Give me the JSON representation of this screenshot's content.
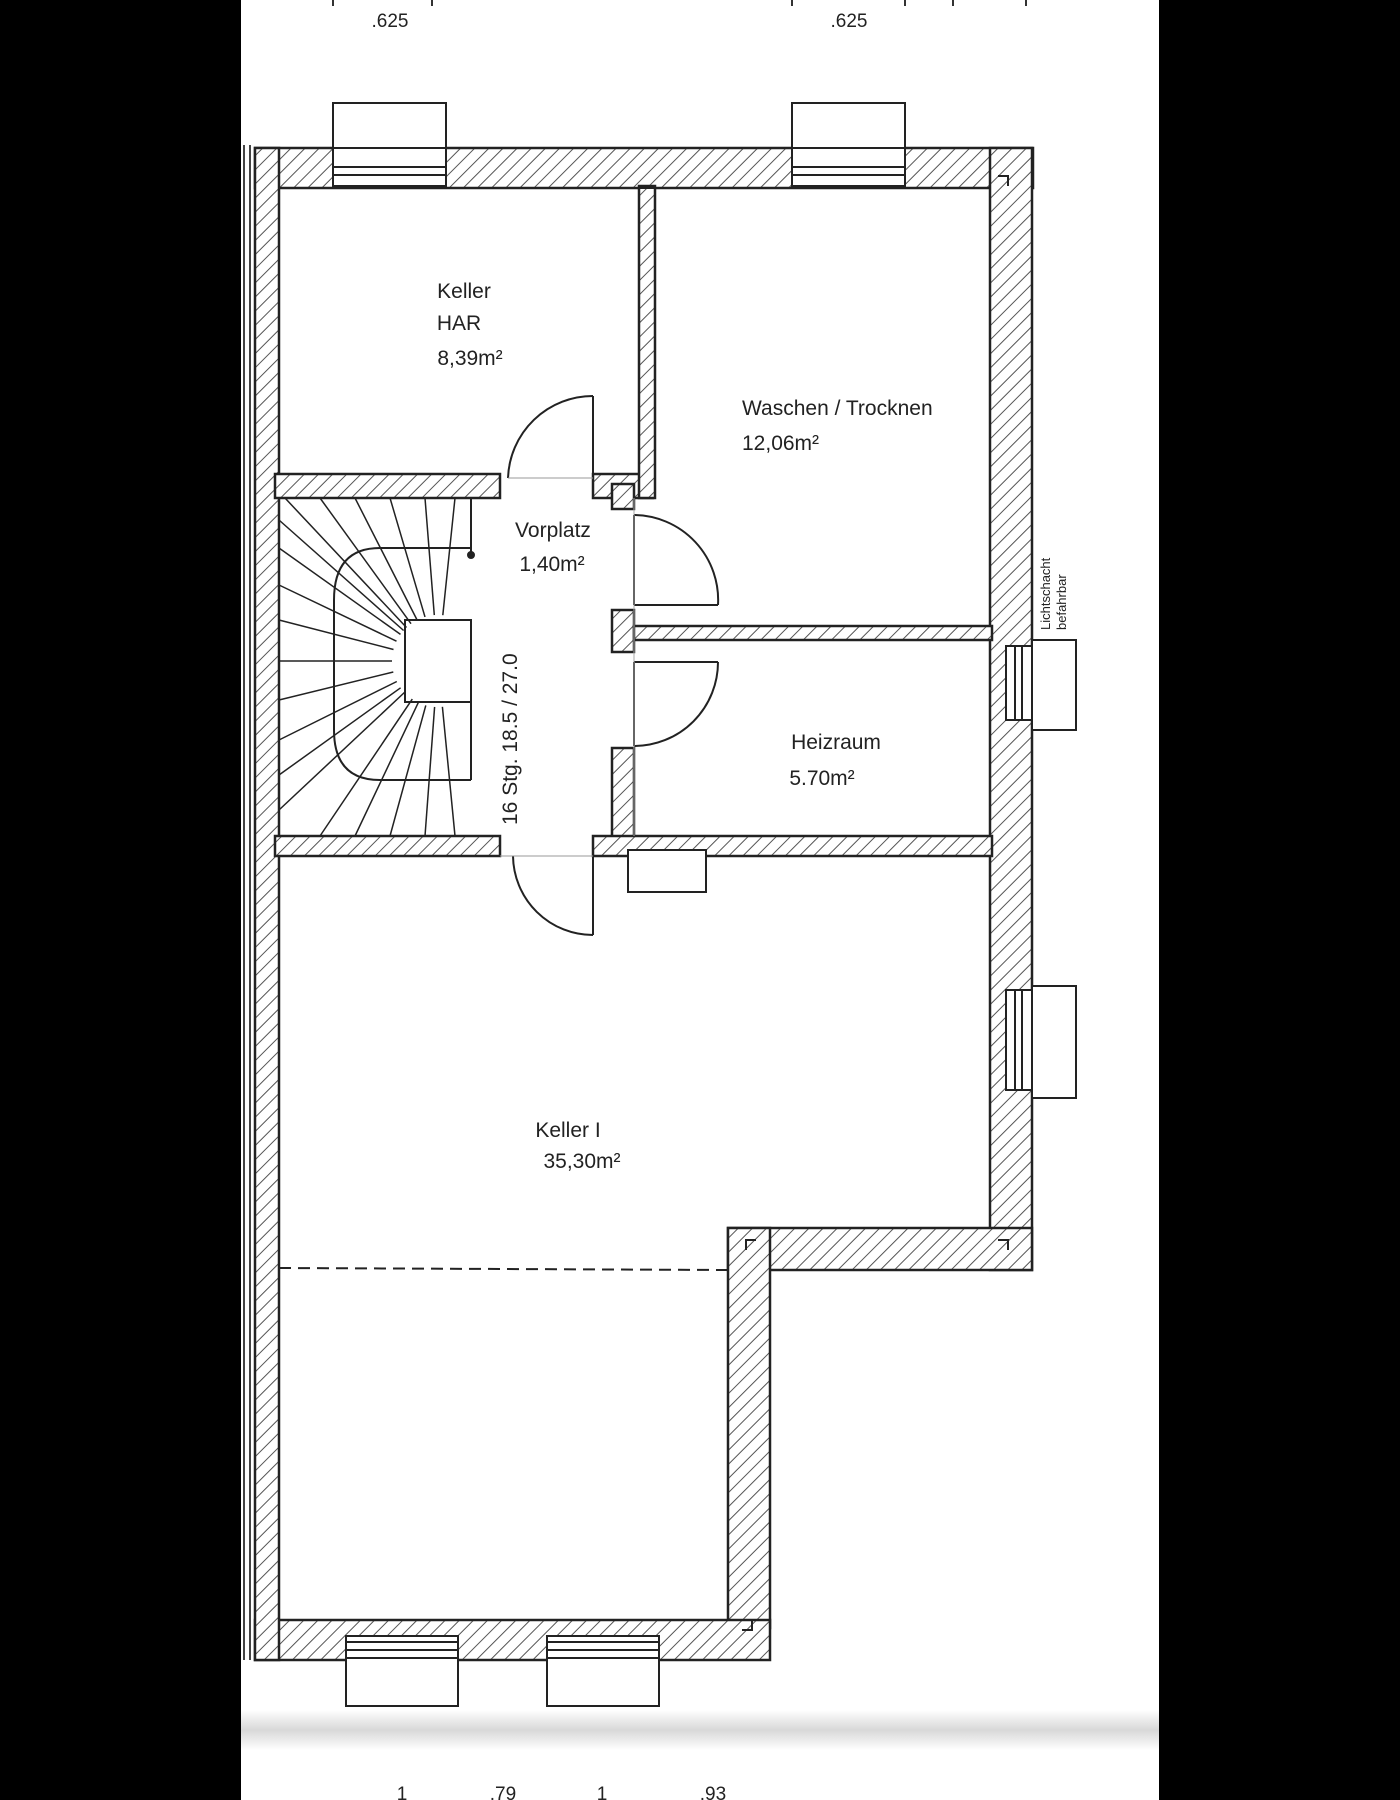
{
  "dimensions": {
    "top_left": ".625",
    "top_right": ".625",
    "bottom": [
      "1",
      ".79",
      "1",
      ".93"
    ]
  },
  "rooms": {
    "keller_har": {
      "line1": "Keller",
      "line2": "HAR",
      "area": "8,39m²"
    },
    "waschen": {
      "name": "Waschen / Trocknen",
      "area": "12,06m²"
    },
    "vorplatz": {
      "name": "Vorplatz",
      "area": "1,40m²"
    },
    "heizraum": {
      "name": "Heizraum",
      "area": "5.70m²"
    },
    "keller_1": {
      "name": "Keller I",
      "area": "35,30m²"
    }
  },
  "stairs": {
    "label": "16 Stg. 18.5 / 27.0"
  },
  "lightwell": {
    "line1": "Lichtschacht",
    "line2": "befahrbar"
  }
}
